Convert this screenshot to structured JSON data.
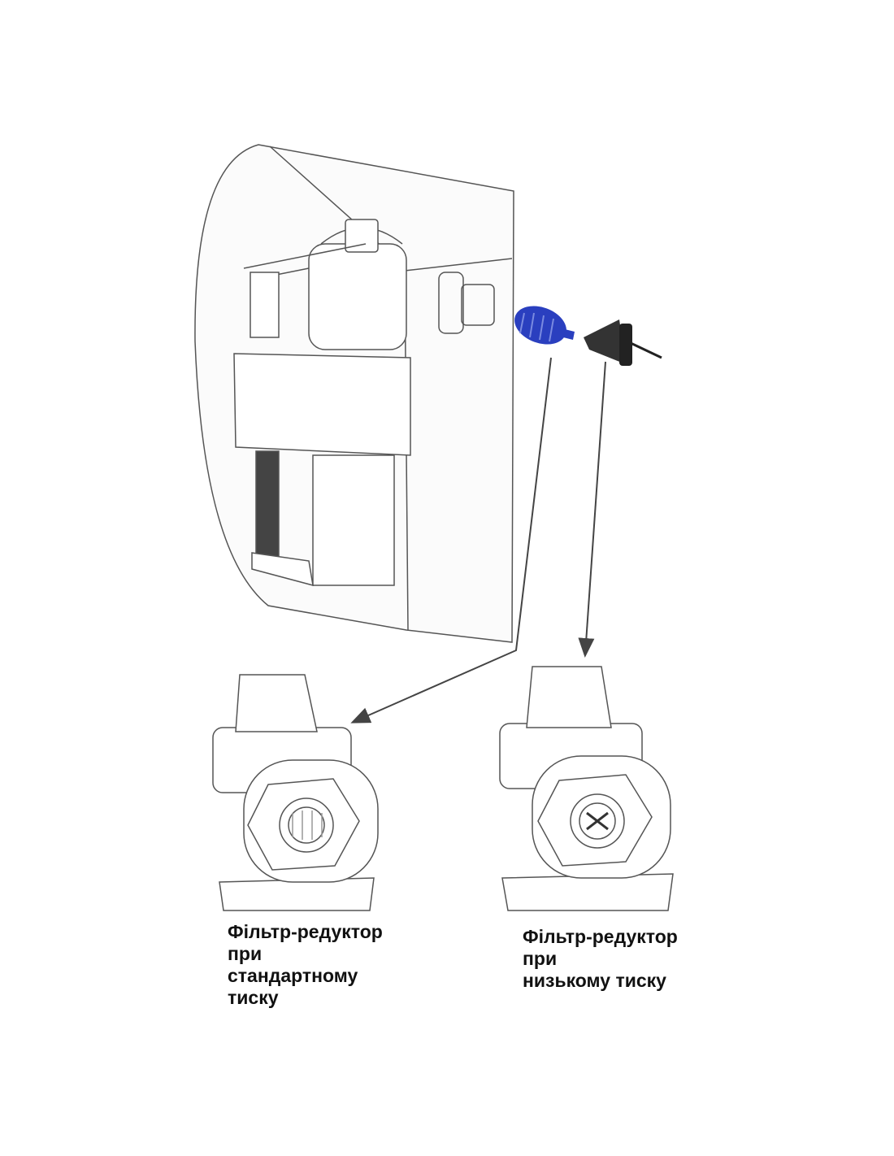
{
  "captions": {
    "standard": {
      "lines": [
        "Фільтр-редуктор",
        "при",
        "стандартному",
        "тиску"
      ]
    },
    "low": {
      "lines": [
        "Фільтр-редуктор",
        "при",
        "низькому тиску"
      ]
    }
  },
  "colors": {
    "filter": "#2a3fbf",
    "reducer": "#333333",
    "line": "#444444"
  }
}
